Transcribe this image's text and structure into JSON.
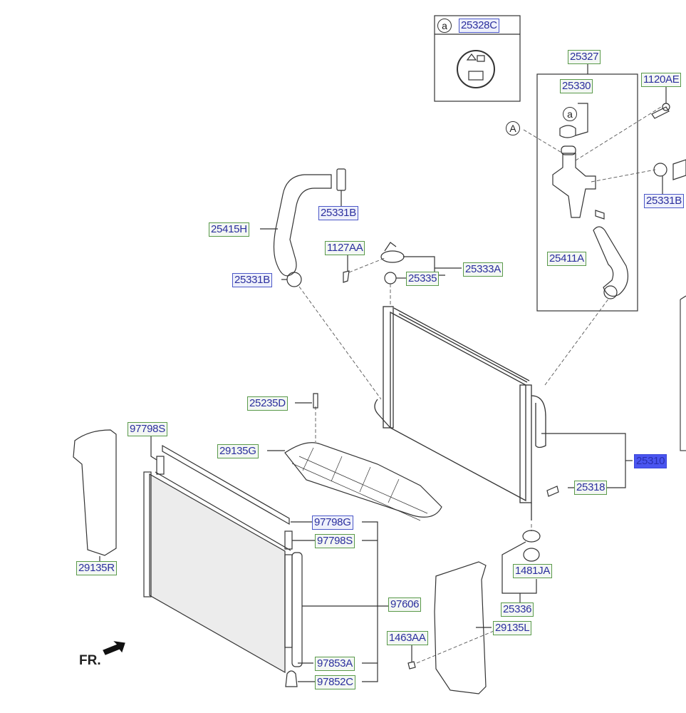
{
  "diagram": {
    "title": "Radiator / Condenser Assembly Parts Diagram",
    "direction_marker": "FR.",
    "inset": {
      "circle_label": "a",
      "part": "25328C",
      "icon": "caution-label-icon"
    },
    "callouts": {
      "A": "A",
      "a": "a"
    },
    "labels": [
      {
        "id": "25328C",
        "style": "blue"
      },
      {
        "id": "25327",
        "style": "green"
      },
      {
        "id": "25330",
        "style": "green"
      },
      {
        "id": "1120AE",
        "style": "green"
      },
      {
        "id": "25331B",
        "style": "blue"
      },
      {
        "id": "25411A",
        "style": "green"
      },
      {
        "id": "25331B",
        "style": "blue"
      },
      {
        "id": "25415H",
        "style": "green"
      },
      {
        "id": "1127AA",
        "style": "green"
      },
      {
        "id": "25333A",
        "style": "green"
      },
      {
        "id": "25331B",
        "style": "blue"
      },
      {
        "id": "25335",
        "style": "green"
      },
      {
        "id": "25235D",
        "style": "green"
      },
      {
        "id": "97798S",
        "style": "green"
      },
      {
        "id": "29135G",
        "style": "green"
      },
      {
        "id": "25310",
        "style": "selected"
      },
      {
        "id": "25318",
        "style": "green"
      },
      {
        "id": "97798G",
        "style": "blue"
      },
      {
        "id": "97798S",
        "style": "green"
      },
      {
        "id": "29135R",
        "style": "green"
      },
      {
        "id": "1481JA",
        "style": "green"
      },
      {
        "id": "97606",
        "style": "green"
      },
      {
        "id": "25336",
        "style": "green"
      },
      {
        "id": "29135L",
        "style": "green"
      },
      {
        "id": "1463AA",
        "style": "green"
      },
      {
        "id": "97853A",
        "style": "green"
      },
      {
        "id": "97852C",
        "style": "green"
      }
    ]
  },
  "colors": {
    "label_border_green": "#5a9a4a",
    "label_border_blue": "#4b57c8",
    "label_text": "#2b2f9e",
    "selected_fill": "#4a55f0"
  }
}
